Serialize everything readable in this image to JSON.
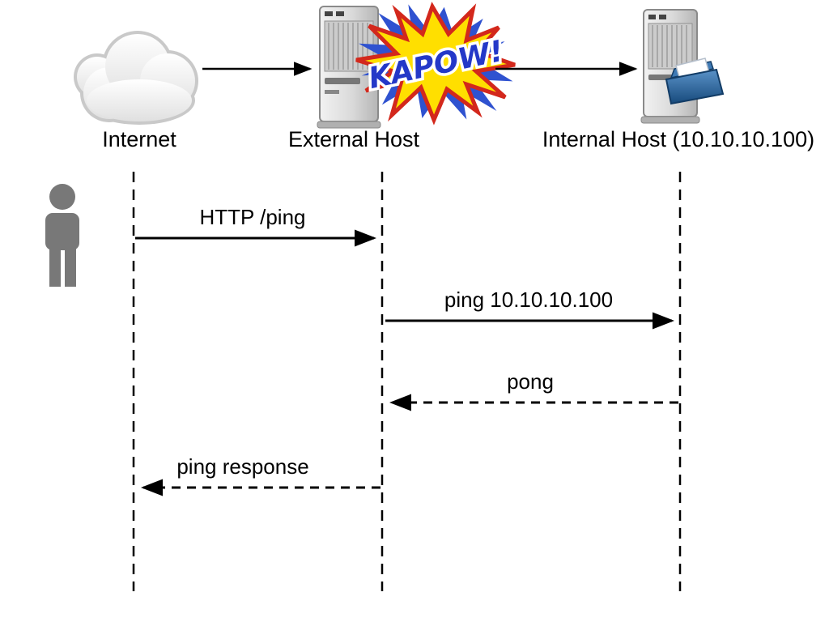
{
  "diagram": {
    "actors": [
      {
        "label": "Internet",
        "icon": "cloud-icon"
      },
      {
        "label": "External Host",
        "icon": "server-icon"
      },
      {
        "label": "Internal Host (10.10.10.100)",
        "icon": "server-files-icon"
      }
    ],
    "burst": {
      "text": "KAPOW!"
    },
    "messages": [
      {
        "label": "HTTP /ping",
        "from": "Internet",
        "to": "External Host",
        "line": "solid"
      },
      {
        "label": "ping 10.10.10.100",
        "from": "External Host",
        "to": "Internal Host",
        "line": "solid"
      },
      {
        "label": "pong",
        "from": "Internal Host",
        "to": "External Host",
        "line": "dashed"
      },
      {
        "label": "ping response",
        "from": "External Host",
        "to": "Internet",
        "line": "dashed"
      }
    ],
    "colors": {
      "line": "#000000",
      "burst_fill": "#ffdf00",
      "burst_stroke": "#d3281c",
      "burst_back": "#2f52d0",
      "burst_text": "#2438c8",
      "person": "#787878"
    }
  }
}
